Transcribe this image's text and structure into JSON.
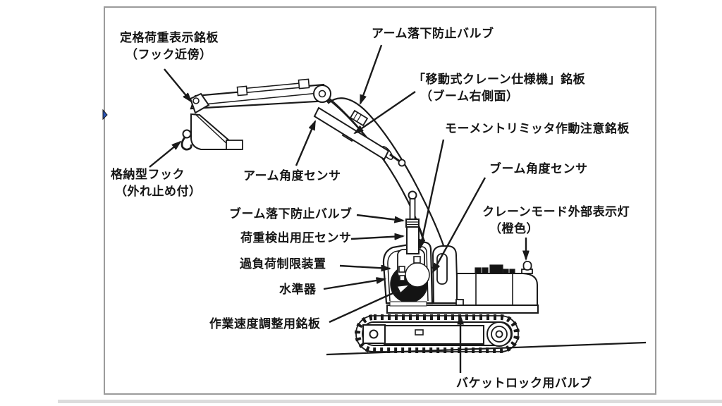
{
  "labels": {
    "rated_load": {
      "line1": "定格荷重表示銘板",
      "line2": "（フック近傍）"
    },
    "stowable_hook": {
      "line1": "格納型フック",
      "line2": "（外れ止め付）"
    },
    "arm_drop_valve": {
      "line1": "アーム落下防止バルブ"
    },
    "crane_spec_plate": {
      "line1": "「移動式クレーン仕様機」銘板",
      "line2": "（ブーム右側面）"
    },
    "moment_limiter": {
      "line1": "モーメントリミッタ作動注意銘板"
    },
    "boom_angle_sensor": {
      "line1": "ブーム角度センサ"
    },
    "crane_mode_light": {
      "line1": "クレーンモード外部表示灯",
      "line2": "（橙色）"
    },
    "arm_angle_sensor": {
      "line1": "アーム角度センサ"
    },
    "boom_drop_valve": {
      "line1": "ブーム落下防止バルブ"
    },
    "load_pressure_sensor": {
      "line1": "荷重検出用圧センサ"
    },
    "overload_limiter": {
      "line1": "過負荷制限装置"
    },
    "level_gauge": {
      "line1": "水準器"
    },
    "work_speed_plate": {
      "line1": "作業速度調整用銘板"
    },
    "bucket_lock_valve": {
      "line1": "バケットロック用バルブ"
    }
  },
  "colors": {
    "ink": "#1a1a1a",
    "frame_border": "#9b9b9b",
    "edge_mark_blue": "#2a55b8",
    "bottom_strip": "#dcdcdc",
    "background": "#ffffff"
  }
}
